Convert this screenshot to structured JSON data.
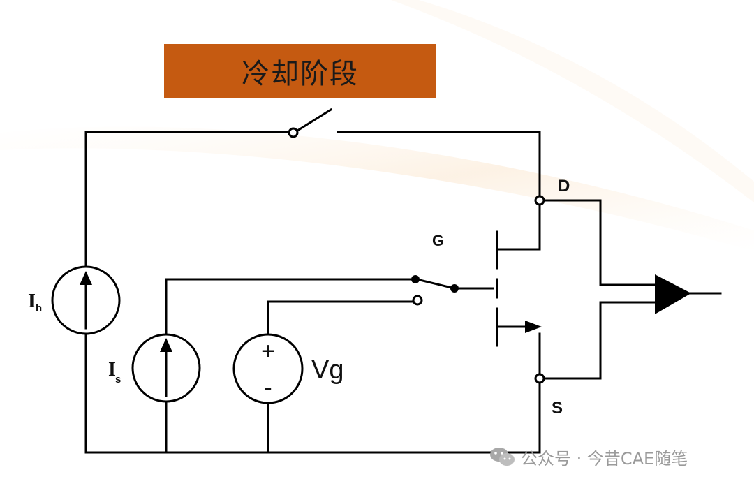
{
  "title": "冷却阶段",
  "labels": {
    "drain": "D",
    "gate": "G",
    "source": "S",
    "heating_current_main": "I",
    "heating_current_sub": "h",
    "sense_current_main": "I",
    "sense_current_sub": "s",
    "gate_voltage": "Vg",
    "plus": "+",
    "minus": "-"
  },
  "watermark": {
    "text": "公众号 · 今昔CAE随笔",
    "icon": "wechat-icon"
  },
  "colors": {
    "banner": "#c55a11",
    "wire": "#000000",
    "watermark": "#9a9a9a"
  }
}
